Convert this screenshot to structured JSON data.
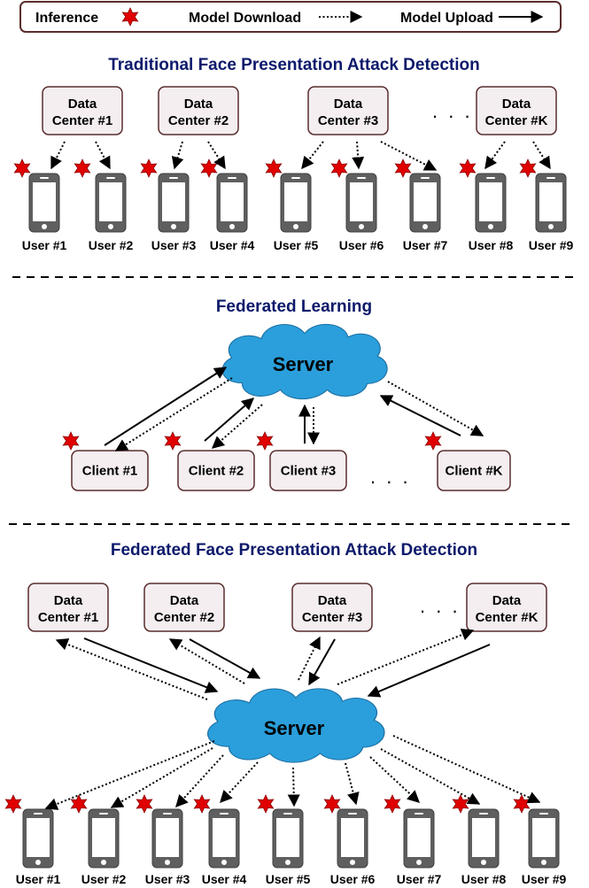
{
  "legend": {
    "inference": "Inference",
    "download": "Model Download",
    "upload": "Model Upload"
  },
  "section1": {
    "title": "Traditional Face Presentation Attack Detection",
    "centers": [
      [
        "Data",
        "Center #1"
      ],
      [
        "Data",
        "Center #2"
      ],
      [
        "Data",
        "Center #3"
      ],
      [
        "Data",
        "Center #K"
      ]
    ],
    "users": [
      "User #1",
      "User #2",
      "User #3",
      "User #4",
      "User #5",
      "User #6",
      "User #7",
      "User #8",
      "User #9"
    ],
    "ellipsis": ". . ."
  },
  "section2": {
    "title": "Federated Learning",
    "server": "Server",
    "clients": [
      "Client #1",
      "Client #2",
      "Client #3",
      "Client #K"
    ],
    "ellipsis": ". . ."
  },
  "section3": {
    "title": "Federated Face Presentation Attack Detection",
    "server": "Server",
    "centers": [
      [
        "Data",
        "Center #1"
      ],
      [
        "Data",
        "Center #2"
      ],
      [
        "Data",
        "Center #3"
      ],
      [
        "Data",
        "Center #K"
      ]
    ],
    "users": [
      "User #1",
      "User #2",
      "User #3",
      "User #4",
      "User #5",
      "User #6",
      "User #7",
      "User #8",
      "User #9"
    ],
    "ellipsis": ". . ."
  },
  "colors": {
    "title": "#0d1a6b",
    "cloud": "#2a9fdb",
    "star": "#e00000",
    "box_fill": "#f4eef0",
    "box_border": "#5a2d2d",
    "phone": "#5f5f5f"
  }
}
